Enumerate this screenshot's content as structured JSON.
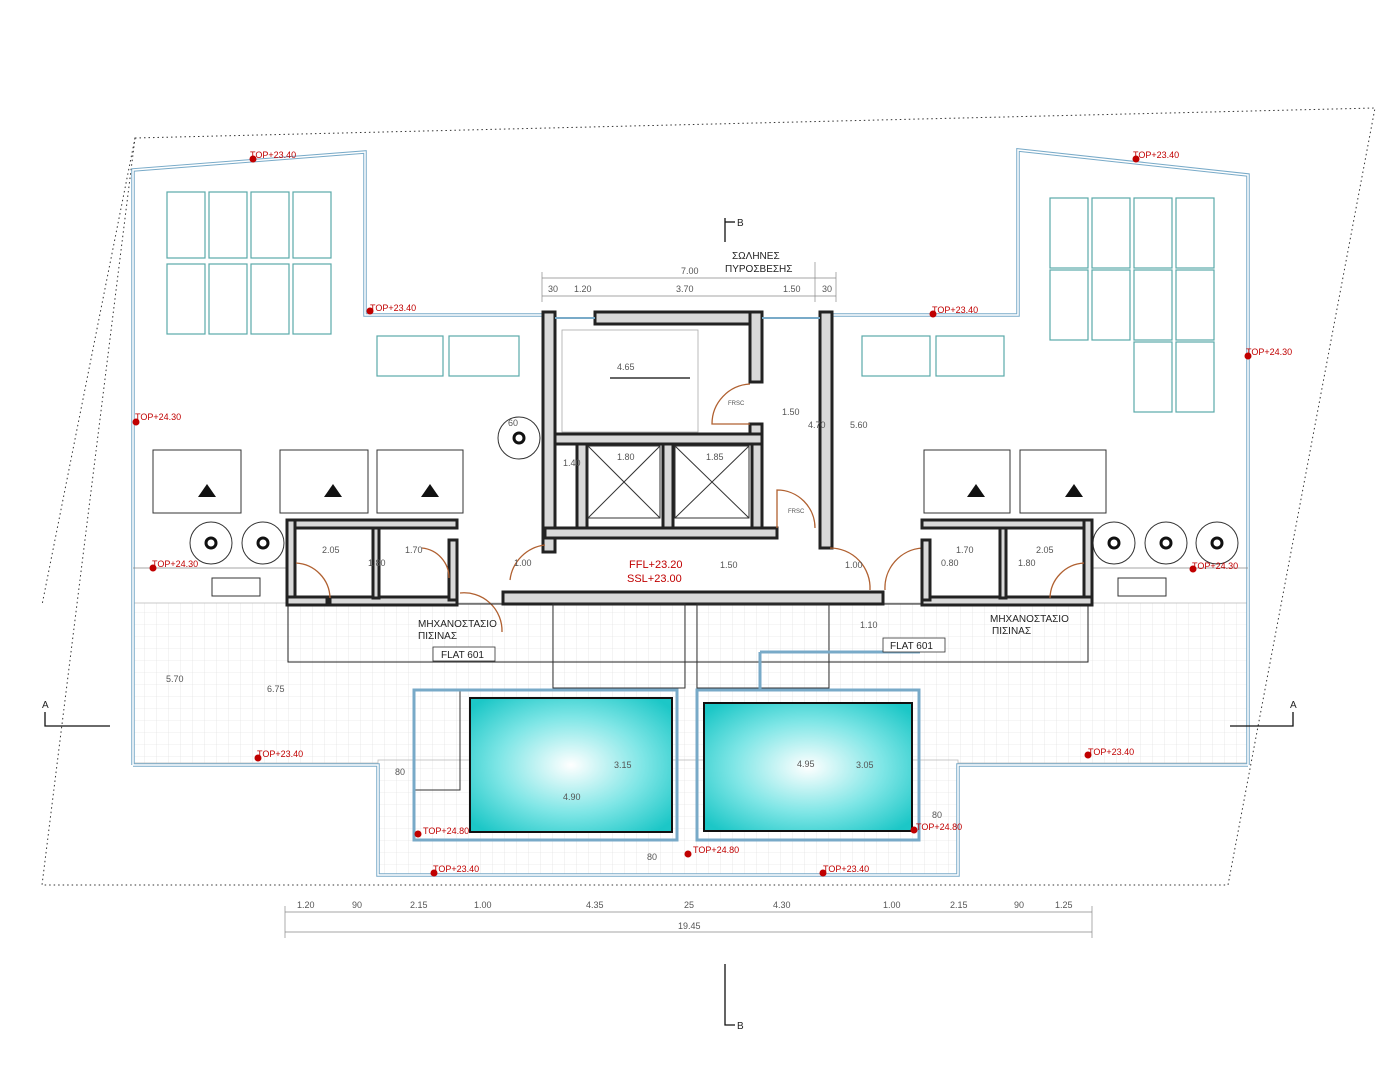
{
  "labels": {
    "fire_pipes_1": "ΣΩΛΗΝΕΣ",
    "fire_pipes_2": "ΠΥΡΟΣΒΕΣΗΣ",
    "ffl": "FFL+23.20",
    "ssl": "SSL+23.00",
    "pool_room_left_1": "ΜΗΧΑΝΟΣΤΑΣΙΟ",
    "pool_room_left_2": "ΠΙΣΙΝΑΣ",
    "pool_room_right_1": "ΜΗΧΑΝΟΣΤΑΣΙΟ",
    "pool_room_right_2": "ΠΙΣΙΝΑΣ",
    "flat_left": "FLAT 601",
    "flat_right": "FLAT 601",
    "section_a_left": "A",
    "section_a_right": "A",
    "section_b_top": "B",
    "section_b_bottom": "B",
    "frsc_1": "FRSC",
    "frsc_2": "FRSC"
  },
  "level_tags": [
    "TOP+23.40",
    "TOP+23.40",
    "TOP+23.40",
    "TOP+23.40",
    "TOP+24.30",
    "TOP+24.30",
    "TOP+24.30",
    "TOP+24.30",
    "TOP+23.40",
    "TOP+23.40",
    "TOP+24.80",
    "TOP+24.80",
    "TOP+24.80",
    "TOP+23.40",
    "TOP+23.40"
  ],
  "dims_top": [
    "7.00",
    "30",
    "1.20",
    "3.70",
    "1.50",
    "30"
  ],
  "dims_bottom": [
    "1.20",
    "90",
    "2.15",
    "1.00",
    "4.35",
    "25",
    "4.30",
    "1.00",
    "2.15",
    "90",
    "1.25"
  ],
  "dim_total": "19.45",
  "dims_inner": [
    "4.65",
    "1.50",
    "4.70",
    "5.60",
    "1.80",
    "1.85",
    "1.40",
    "1.50",
    "1.00",
    "1.00",
    "2.05",
    "1.70",
    "1.80",
    "1.70",
    "2.05",
    "0.80",
    "1.80",
    "6.75",
    "5.70",
    "4.90",
    "3.15",
    "4.95",
    "3.05",
    "80",
    "80",
    "80",
    "1.10",
    "60"
  ],
  "colors": {
    "wall_fill": "#d9d9d9",
    "parapet": "#78aac8",
    "solar_panel": "#5aa9a9",
    "pool_water": "#2ad0d0",
    "level_tag": "#c00000"
  }
}
